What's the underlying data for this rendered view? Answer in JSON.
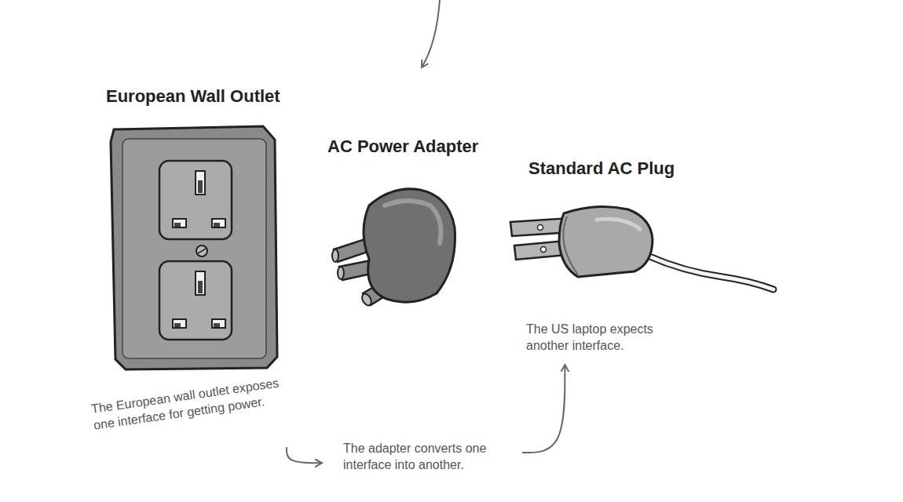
{
  "diagram": {
    "nodes": [
      {
        "text": [
          "European Wall Outlet",
          "The European wall outlet exposes one interface for getting power."
        ]
      },
      {
        "text": [
          "AC Power Adapter",
          "The adapter converts one interface into another."
        ]
      },
      {
        "text": [
          "Standard AC Plug",
          "The US laptop expects another interface."
        ]
      }
    ],
    "edges": [
      {
        "from": 0,
        "to": 1,
        "arrow": "to"
      },
      {
        "from": 1,
        "to": 2,
        "arrow": "to"
      }
    ]
  }
}
